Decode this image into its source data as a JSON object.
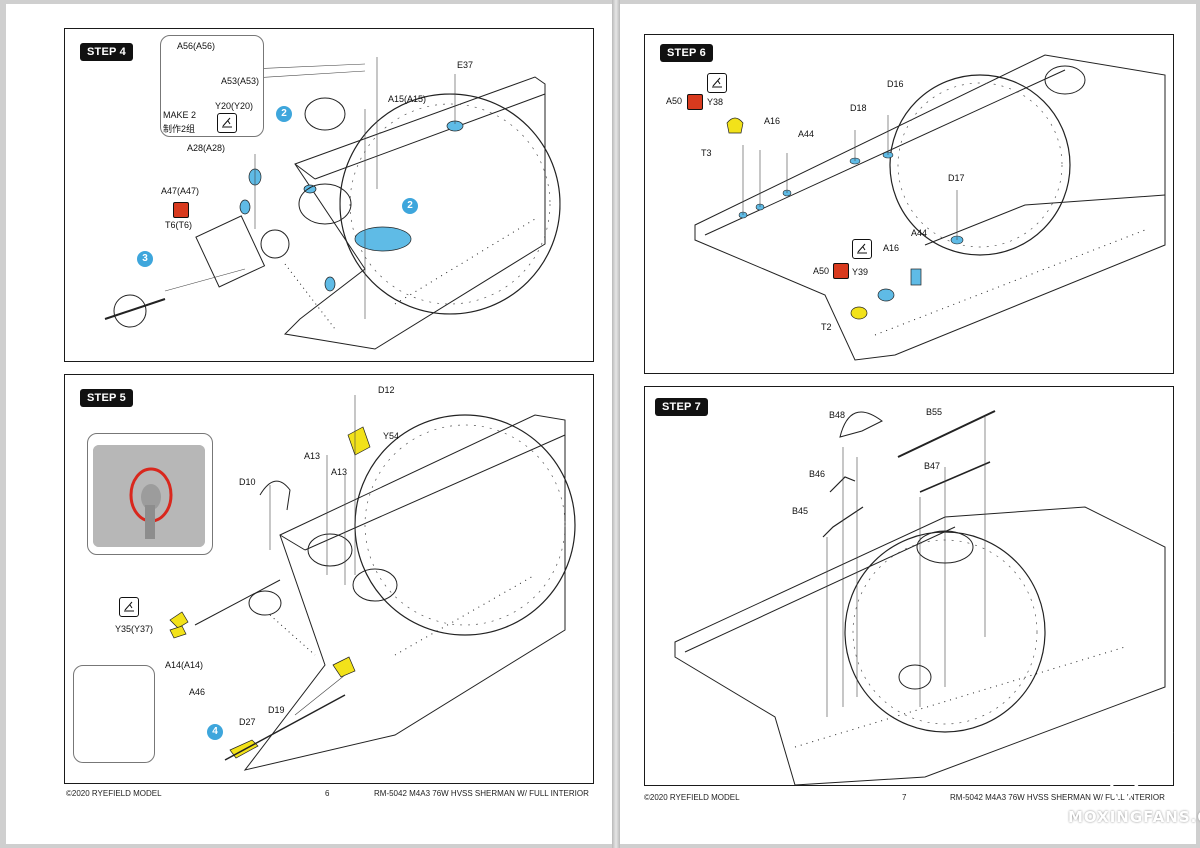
{
  "left_page": {
    "page_number": "6",
    "footer_copyright": "©2020 RYEFIELD MODEL",
    "footer_title": "RM-5042  M4A3 76W HVSS SHERMAN W/ FULL INTERIOR"
  },
  "right_page": {
    "page_number": "7",
    "footer_copyright": "©2020 RYEFIELD MODEL",
    "footer_title": "RM-5042  M4A3 76W HVSS SHERMAN W/ FULL INTERIOR"
  },
  "steps": {
    "step4": {
      "title": "STEP 4",
      "inset": {
        "make_label": "MAKE 2",
        "make_label_cn": "制作2组",
        "parts": [
          "A56(A56)",
          "A53(A53)",
          "Y20(Y20)"
        ]
      },
      "parts": [
        "E37",
        "A15(A15)",
        "A28(A28)",
        "A47(A47)",
        "T6(T6)"
      ],
      "callouts": [
        "2",
        "2",
        "3"
      ]
    },
    "step5": {
      "title": "STEP 5",
      "parts": [
        "D12",
        "Y54",
        "A13",
        "A13",
        "D10",
        "Y35(Y37)",
        "A14(A14)",
        "A46",
        "D27",
        "D19"
      ],
      "callouts": [
        "4"
      ]
    },
    "step6": {
      "title": "STEP 6",
      "parts": [
        "A50",
        "Y38",
        "A16",
        "A44",
        "T3",
        "D18",
        "D16",
        "D17",
        "A16",
        "A44",
        "A50",
        "Y39",
        "T2"
      ]
    },
    "step7": {
      "title": "STEP 7",
      "parts": [
        "B48",
        "B55",
        "B46",
        "B47",
        "B45"
      ]
    }
  },
  "watermark": "MOXINGFANS.COM",
  "colors": {
    "callout_blue": "#3ea6dc",
    "part_blue": "#5fbbe6",
    "photoetch_yellow": "#f2e21a",
    "decal_red": "#d83a1e"
  }
}
